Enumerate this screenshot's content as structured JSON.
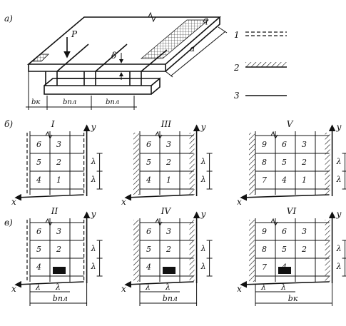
{
  "part_labels": {
    "a": "а)",
    "b": "б)",
    "v": "в)"
  },
  "top": {
    "load_P": "P",
    "load_q": "q",
    "thickness": "δ",
    "dim_a": "a",
    "widths": [
      "bк",
      "bпл",
      "bпл"
    ]
  },
  "legend": [
    {
      "num": "1",
      "style": "double-dashed"
    },
    {
      "num": "2",
      "style": "hatched"
    },
    {
      "num": "3",
      "style": "solid"
    }
  ],
  "axis": {
    "x": "x",
    "y": "y",
    "lambda": "λ"
  },
  "panels": [
    {
      "id": "I",
      "cells": [
        "6",
        "3",
        "5",
        "2",
        "4",
        "1"
      ]
    },
    {
      "id": "III",
      "cells": [
        "6",
        "3",
        "5",
        "2",
        "4",
        "1"
      ]
    },
    {
      "id": "V",
      "cells": [
        "9",
        "6",
        "3",
        "8",
        "5",
        "2",
        "7",
        "4",
        "1"
      ]
    },
    {
      "id": "II",
      "cells": [
        "6",
        "3",
        "5",
        "2",
        "4"
      ],
      "bottom": [
        "λ",
        "λ"
      ],
      "width": "bпл"
    },
    {
      "id": "IV",
      "cells": [
        "6",
        "3",
        "5",
        "2",
        "4"
      ],
      "bottom": [
        "λ",
        "λ"
      ],
      "width": "bпл"
    },
    {
      "id": "VI",
      "cells": [
        "9",
        "6",
        "3",
        "8",
        "5",
        "2",
        "7",
        "4"
      ],
      "bottom": [
        "λ",
        "λ"
      ],
      "width": "bк"
    }
  ]
}
